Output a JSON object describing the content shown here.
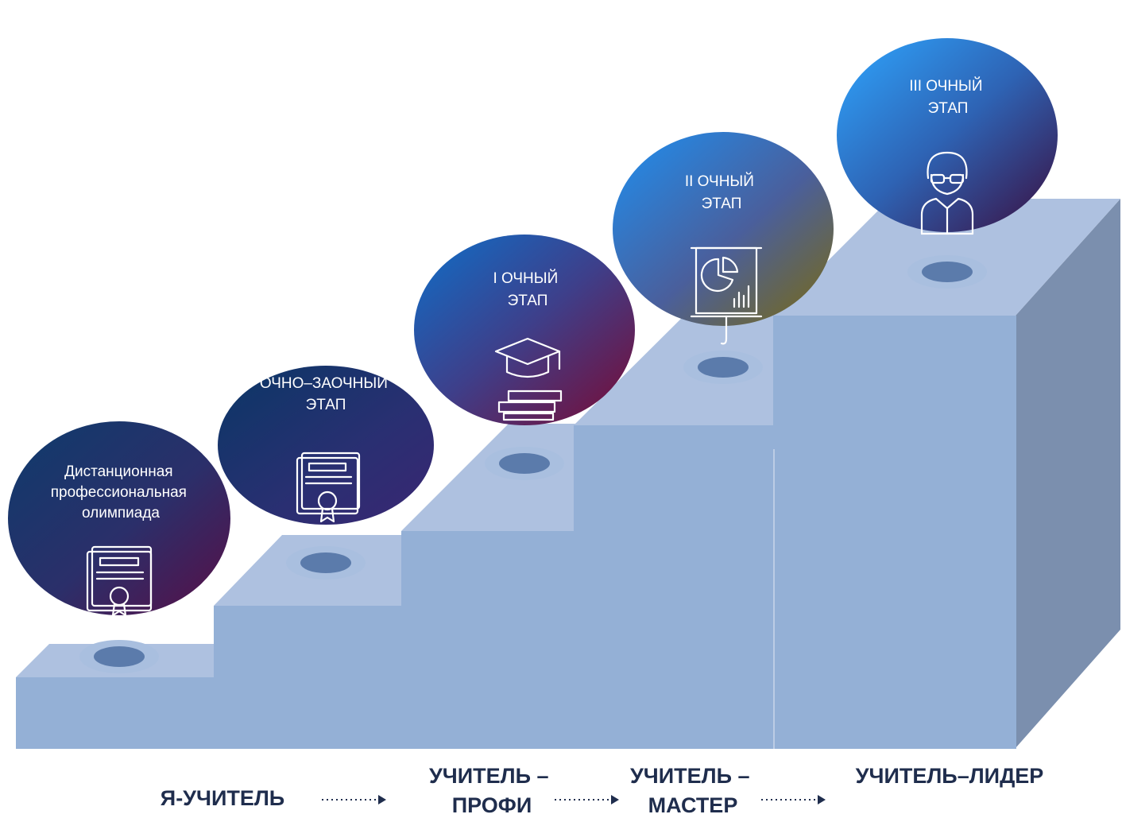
{
  "colors": {
    "step_top": "#aec1e0",
    "step_front": "#94b0d6",
    "step_side": "#7b8fae",
    "label_text": "#1f2d4d",
    "disc_dark": "#5b7bab"
  },
  "stages": [
    {
      "label_lines": [
        "Дистанционная",
        "профессиональная",
        "олимпиада"
      ],
      "icon": "certificate-icon"
    },
    {
      "label_lines": [
        "ОЧНО–ЗАОЧНЫЙ",
        "ЭТАП"
      ],
      "icon": "certificate-icon"
    },
    {
      "label_lines": [
        "I ОЧНЫЙ",
        "ЭТАП"
      ],
      "icon": "graduation-cap-books-icon"
    },
    {
      "label_lines": [
        "II ОЧНЫЙ",
        "ЭТАП"
      ],
      "icon": "presentation-board-icon"
    },
    {
      "label_lines": [
        "III ОЧНЫЙ",
        "ЭТАП"
      ],
      "icon": "teacher-person-icon"
    }
  ],
  "levels": [
    {
      "lines": [
        "Я-УЧИТЕЛЬ"
      ]
    },
    {
      "lines": [
        "УЧИТЕЛЬ –",
        "ПРОФИ"
      ]
    },
    {
      "lines": [
        "УЧИТЕЛЬ –",
        "МАСТЕР"
      ]
    },
    {
      "lines": [
        "УЧИТЕЛЬ–ЛИДЕР"
      ]
    }
  ]
}
